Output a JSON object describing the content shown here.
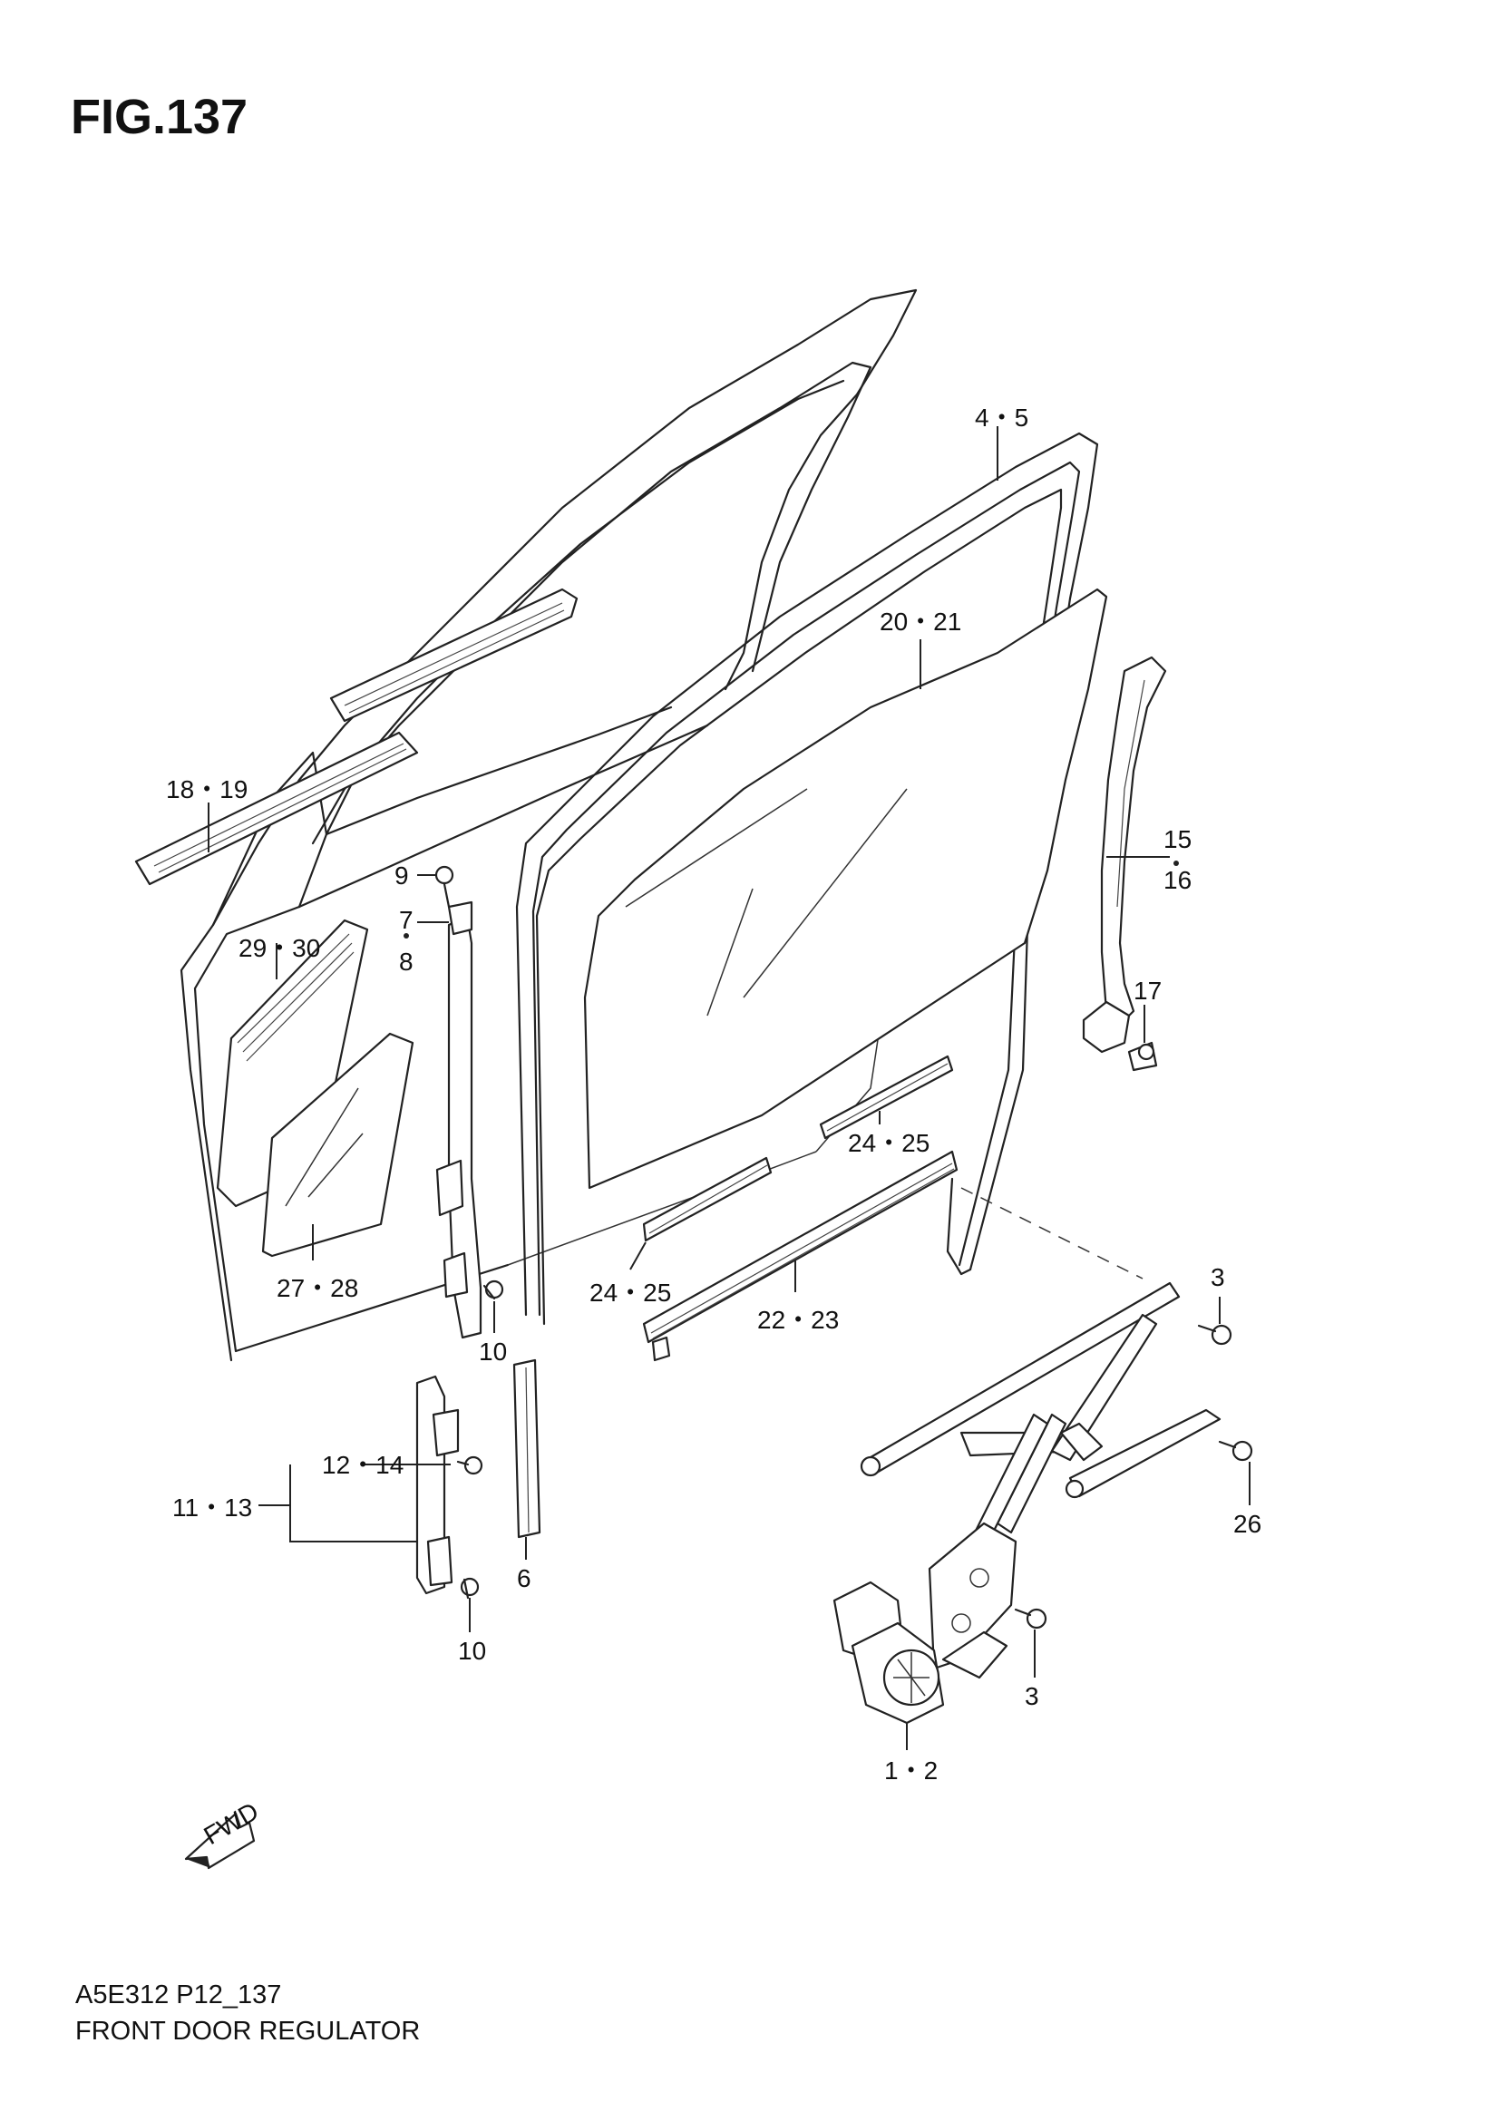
{
  "figure": {
    "title": "FIG.137",
    "code": "A5E312 P12_137",
    "name": "FRONT DOOR REGULATOR",
    "fwd_label": "FWD"
  },
  "callouts": {
    "c4_5": "4・5",
    "c20_21": "20・21",
    "c18_19": "18・19",
    "c15": "15",
    "c16": "16",
    "c9": "9",
    "c7": "7",
    "c8": "8",
    "c29_30": "29・30",
    "c17": "17",
    "c24_25_upper": "24・25",
    "c27_28": "27・28",
    "c24_25_lower": "24・25",
    "c22_23": "22・23",
    "c3_upper": "3",
    "c10_upper": "10",
    "c12_14": "12・14",
    "c11_13": "11・13",
    "c6": "6",
    "c26": "26",
    "c10_lower": "10",
    "c3_lower": "3",
    "c1_2": "1・2"
  }
}
